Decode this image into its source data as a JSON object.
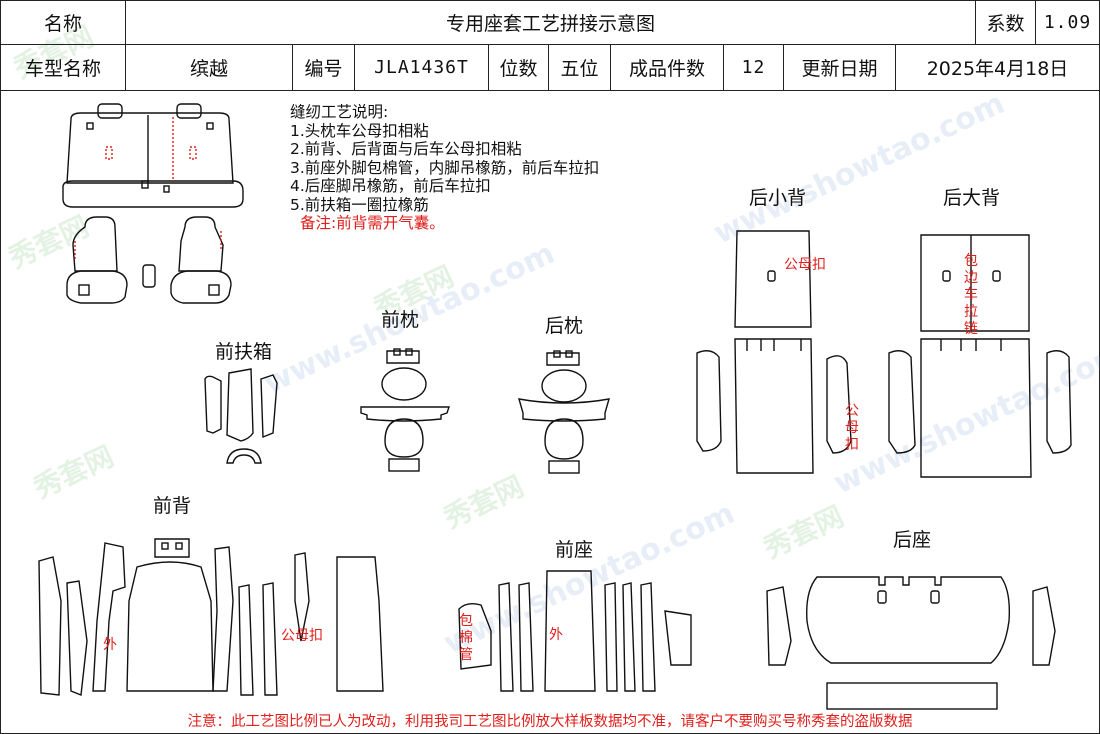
{
  "header": {
    "name_label": "名称",
    "name_value": "专用座套工艺拼接示意图",
    "coef_label": "系数",
    "coef_value": "1.09",
    "model_label": "车型名称",
    "model_value": "缤越",
    "code_label": "编号",
    "code_value": "JLA1436T",
    "seat_label": "位数",
    "seat_value": "五位",
    "pieces_label": "成品件数",
    "pieces_value": "12",
    "update_label": "更新日期",
    "update_value": "2025年4月18日"
  },
  "notes": {
    "title": "缝纫工艺说明:",
    "items": [
      "1.头枕车公母扣相粘",
      "2.前背、后背面与后车公母扣相粘",
      "3.前座外脚包棉管，内脚吊橡筋，前后车拉扣",
      "4.后座脚吊橡筋，前后车拉扣",
      "5.前扶箱一圈拉橡筋"
    ],
    "remark": "备注:前背需开气囊。"
  },
  "sections": {
    "rear_small_back": "后小背",
    "rear_big_back": "后大背",
    "front_headrest": "前枕",
    "rear_headrest": "后枕",
    "front_armrest": "前扶箱",
    "front_back": "前背",
    "front_seat": "前座",
    "rear_seat": "后座"
  },
  "annotations": {
    "male_female_buckle": "公母扣",
    "edge_zipper": "包边车拉链",
    "outer": "外",
    "cotton_tube": "包棉管"
  },
  "watermark": {
    "site": "www.showtao.com",
    "brand": "秀套网"
  },
  "footer": "注意：此工艺图比例已人为改动，利用我司工艺图比例放大样板数据均不准，请客户不要购买号称秀套的盗版数据"
}
